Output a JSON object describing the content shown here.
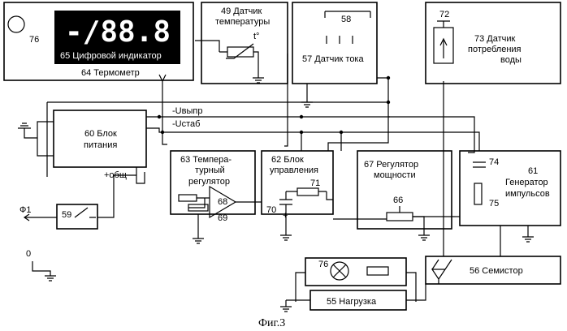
{
  "caption": "Фиг.3",
  "display": {
    "digits": "-/88.8"
  },
  "blocks": {
    "thermometer": {
      "label": "64 Термометр"
    },
    "indicator": {
      "label": "65 Цифровой индикатор"
    },
    "circle76": {
      "label": "76"
    },
    "temp_sensor": {
      "line1": "49 Датчик",
      "line2": "температуры",
      "symbol": "t°"
    },
    "current_sensor": {
      "label": "57 Датчик тока",
      "contact": "58"
    },
    "water_sensor": {
      "num": "72",
      "line1": "73 Датчик",
      "line2": "потребления",
      "line3": "воды"
    },
    "power_supply": {
      "line1": "60 Блок",
      "line2": "питания",
      "common": "+общ"
    },
    "temp_regulator": {
      "line1": "63 Темпера-",
      "line2": "турный",
      "line3": "регулятор",
      "amp": "68",
      "res": "69"
    },
    "control": {
      "line1": "62 Блок",
      "line2": "управления",
      "res": "71",
      "cap": "70",
      "plus": "+"
    },
    "power_regulator": {
      "line1": "67 Регулятор",
      "line2": "мощности",
      "res": "66"
    },
    "pulse_gen": {
      "line1": "61",
      "line2": "Генератор",
      "line3": "импульсов",
      "cap": "74",
      "res": "75"
    },
    "switch": {
      "label": "59",
      "phase": "Ф1",
      "zero": "0"
    },
    "lamp": {
      "label": "76"
    },
    "load": {
      "label": "55 Нагрузка"
    },
    "simistor": {
      "label": "56 Семистор"
    }
  },
  "bus": {
    "uvypr": "-Uвыпр",
    "ustab": "-Uстаб"
  }
}
